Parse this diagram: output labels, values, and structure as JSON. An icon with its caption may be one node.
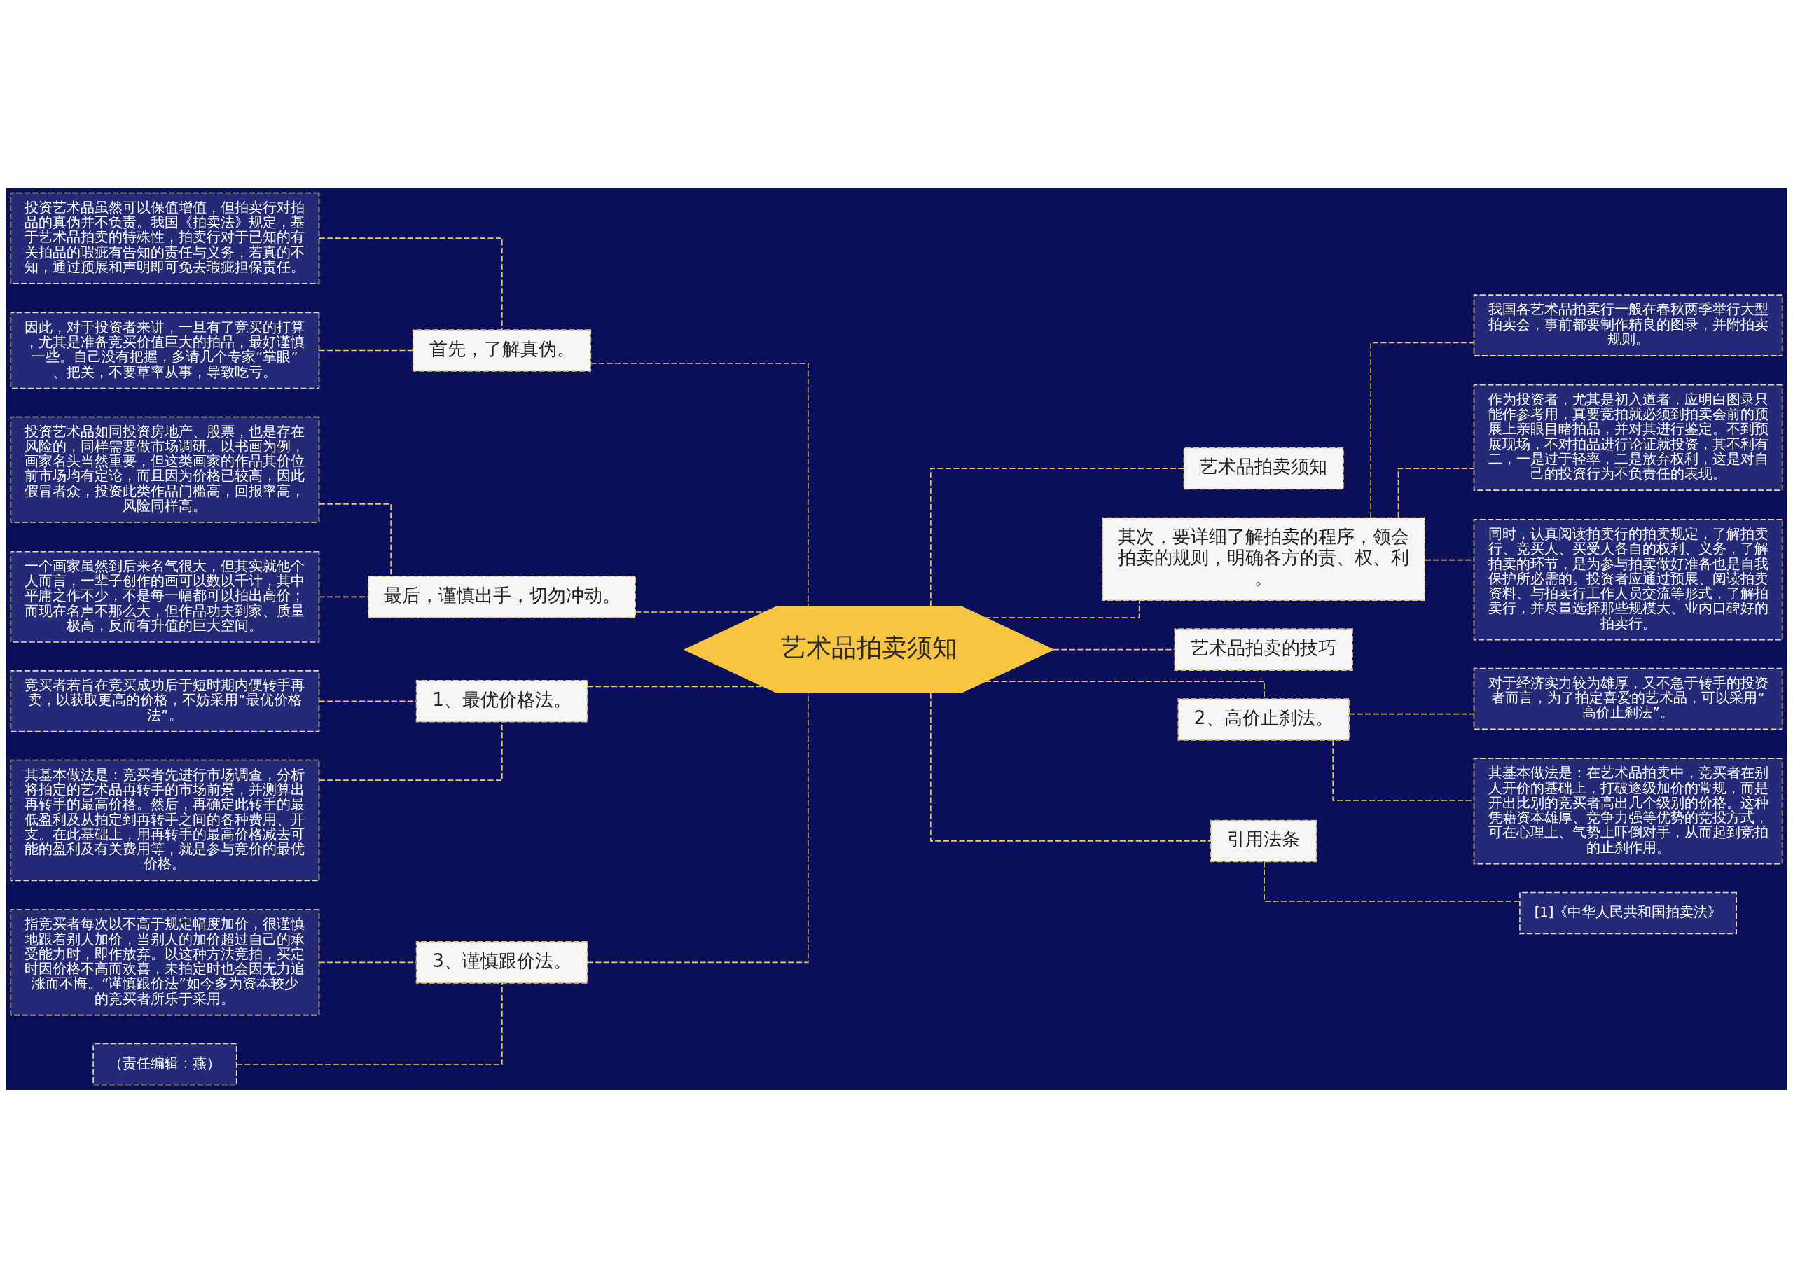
{
  "diagram": {
    "nodes": [
      {
        "text": [
          "艺术品拍卖须知"
        ]
      },
      {
        "text": [
          "首先，了解真伪。"
        ]
      },
      {
        "text": [
          "投资艺术品虽然可以保值增值，但拍卖行对拍品的真伪并不负责。我国《拍卖法》规定，基于艺术品拍卖的特殊性，拍卖行对于已知的有关拍品的瑕疵有告知的责任与义务，若真的不知，通过预展和声明即可免去瑕疵担保责任。"
        ]
      },
      {
        "text": [
          "因此，对于投资者来讲，一旦有了竞买的打算，尤其是准备竞买价值巨大的拍品，最好谨慎一些。自己没有把握，多请几个专家“掌眼”、把关，不要草率从事，导致吃亏。"
        ]
      },
      {
        "text": [
          "最后，谨慎出手，切勿冲动。"
        ]
      },
      {
        "text": [
          "投资艺术品如同投资房地产、股票，也是存在风险的，同样需要做市场调研。以书画为例，画家名头当然重要，但这类画家的作品其价位前市场均有定论，而且因为价格已较高，因此假冒者众，投资此类作品门槛高，回报率高，风险同样高。"
        ]
      },
      {
        "text": [
          "一个画家虽然到后来名气很大，但其实就他个人而言，一辈子创作的画可以数以千计，其中平庸之作不少，不是每一幅都可以拍出高价；而现在名声不那么大，但作品功夫到家、质量极高，反而有升值的巨大空间。"
        ]
      },
      {
        "text": [
          "1、最优价格法。"
        ]
      },
      {
        "text": [
          "竞买者若旨在竞买成功后于短时期内便转手再卖，以获取更高的价格，不妨采用“最优价格法”。"
        ]
      },
      {
        "text": [
          "其基本做法是：竞买者先进行市场调查，分析将拍定的艺术品再转手的市场前景，并测算出再转手的最高价格。然后，再确定此转手的最低盈利及从拍定到再转手之间的各种费用、开支。在此基础上，用再转手的最高价格减去可能的盈利及有关费用等，就是参与竞价的最优价格。"
        ]
      },
      {
        "text": [
          "3、谨慎跟价法。"
        ]
      },
      {
        "text": [
          "指竞买者每次以不高于规定幅度加价，很谨慎地跟着别人加价，当别人的加价超过自己的承受能力时，即作放弃。以这种方法竞拍，买定时因价格不高而欢喜，未拍定时也会因无力追涨而不悔。“谨慎跟价法”如今多为资本较少的竞买者所乐于采用。"
        ]
      },
      {
        "text": [
          "（责任编辑：燕）"
        ]
      },
      {
        "text": [
          "艺术品拍卖须知"
        ]
      },
      {
        "text": [
          "其次，要详细了解拍卖的程序，领会拍卖的规则，明确各方的责、权、利。"
        ]
      },
      {
        "text": [
          "我国各艺术品拍卖行一般在春秋两季举行大型拍卖会，事前都要制作精良的图录，并附拍卖规则。"
        ]
      },
      {
        "text": [
          "作为投资者，尤其是初入道者，应明白图录只能作参考用，真要竞拍就必须到拍卖会前的预展上亲眼目睹拍品，并对其进行鉴定。不到预展现场，不对拍品进行论证就投资，其不利有二，一是过于轻率，二是放弃权利，这是对自己的投资行为不负责任的表现。"
        ]
      },
      {
        "text": [
          "同时，认真阅读拍卖行的拍卖规定，了解拍卖行、竞买人、买受人各自的权利、义务，了解拍卖的环节，是为参与拍卖做好准备也是自我保护所必需的。投资者应通过预展、阅读拍卖资料、与拍卖行工作人员交流等形式，了解拍卖行，并尽量选择那些规模大、业内口碑好的拍卖行。"
        ]
      },
      {
        "text": [
          "艺术品拍卖的技巧"
        ]
      },
      {
        "text": [
          "2、高价止刹法。"
        ]
      },
      {
        "text": [
          "对于经济实力较为雄厚，又不急于转手的投资者而言，为了拍定喜爱的艺术品，可以采用“高价止刹法”。"
        ]
      },
      {
        "text": [
          "其基本做法是：在艺术品拍卖中，竞买者在别人开价的基础上，打破逐级加价的常规，而是开出比别的竞买者高出几个级别的价格。这种凭藉资本雄厚、竞争力强等优势的竞投方式，可在心理上、气势上吓倒对手，从而起到竞拍的止刹作用。"
        ]
      },
      {
        "text": [
          "引用法条"
        ]
      },
      {
        "text": [
          "[1]《中华人民共和国拍卖法》"
        ]
      }
    ],
    "edges": [
      {
        "from": 2,
        "to": 1,
        "arrow": "none",
        "style": "dashed"
      },
      {
        "from": 3,
        "to": 1,
        "arrow": "none",
        "style": "dashed"
      },
      {
        "from": 1,
        "to": 0,
        "arrow": "none",
        "style": "dashed"
      },
      {
        "from": 5,
        "to": 4,
        "arrow": "none",
        "style": "dashed"
      },
      {
        "from": 6,
        "to": 4,
        "arrow": "none",
        "style": "dashed"
      },
      {
        "from": 4,
        "to": 0,
        "arrow": "none",
        "style": "dashed"
      },
      {
        "from": 8,
        "to": 7,
        "arrow": "none",
        "style": "dashed"
      },
      {
        "from": 9,
        "to": 7,
        "arrow": "none",
        "style": "dashed"
      },
      {
        "from": 7,
        "to": 0,
        "arrow": "none",
        "style": "dashed"
      },
      {
        "from": 11,
        "to": 10,
        "arrow": "none",
        "style": "dashed"
      },
      {
        "from": 12,
        "to": 10,
        "arrow": "none",
        "style": "dashed"
      },
      {
        "from": 10,
        "to": 0,
        "arrow": "none",
        "style": "dashed"
      },
      {
        "from": 0,
        "to": 13,
        "arrow": "none",
        "style": "dashed"
      },
      {
        "from": 0,
        "to": 14,
        "arrow": "none",
        "style": "dashed"
      },
      {
        "from": 14,
        "to": 15,
        "arrow": "none",
        "style": "dashed"
      },
      {
        "from": 14,
        "to": 16,
        "arrow": "none",
        "style": "dashed"
      },
      {
        "from": 14,
        "to": 17,
        "arrow": "none",
        "style": "dashed"
      },
      {
        "from": 0,
        "to": 18,
        "arrow": "none",
        "style": "dashed"
      },
      {
        "from": 0,
        "to": 19,
        "arrow": "none",
        "style": "dashed"
      },
      {
        "from": 19,
        "to": 20,
        "arrow": "none",
        "style": "dashed"
      },
      {
        "from": 19,
        "to": 21,
        "arrow": "none",
        "style": "dashed"
      },
      {
        "from": 0,
        "to": 22,
        "arrow": "none",
        "style": "dashed"
      },
      {
        "from": 22,
        "to": 23,
        "arrow": "none",
        "style": "dashed"
      }
    ]
  }
}
